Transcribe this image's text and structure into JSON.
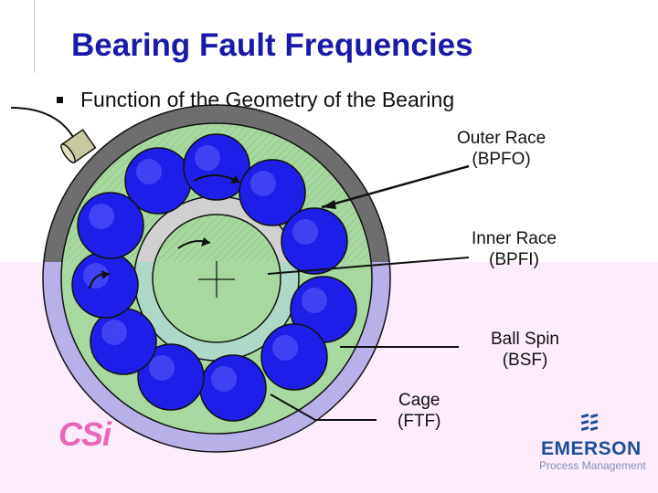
{
  "title": "Bearing Fault Frequencies",
  "bullet": "Function of the Geometry of the Bearing",
  "labels": {
    "outer_race": [
      "Outer Race",
      "(BPFO)"
    ],
    "inner_race": [
      "Inner Race",
      "(BPFI)"
    ],
    "ball_spin": [
      "Ball Spin",
      "(BSF)"
    ],
    "cage": [
      "Cage",
      "(FTF)"
    ]
  },
  "logos": {
    "csi": "CSi",
    "emerson": "EMERSON",
    "emerson_sub": "Process Management"
  },
  "colors": {
    "title": "#1a1aa8",
    "ball": "#1e1ee8",
    "outer_ring_top": "#6e6e6e",
    "outer_ring_bottom": "#b8b0e8",
    "cage_fill": "#a8d8a0",
    "background_bottom": "#fcecfc"
  }
}
